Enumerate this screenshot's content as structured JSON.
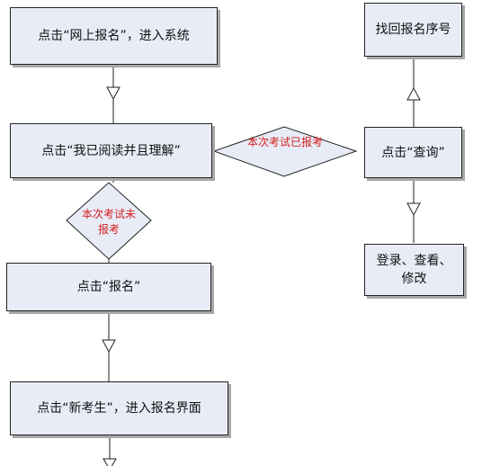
{
  "flowchart": {
    "steps": {
      "click_online_signup": "点击“网上报名”，进入系统",
      "click_read_understood": "点击“我已阅读并且理解”",
      "click_signup": "点击“报名”",
      "click_new_candidate": "点击“新考生”，进入报名界面",
      "retrieve_number": "找回报名序号",
      "click_query": "点击“查询”",
      "login_view_edit": "登录、查看、修改"
    },
    "decisions": {
      "already_registered": "本次考试已报考",
      "not_registered": "本次考试未报考"
    }
  },
  "colors": {
    "box_fill": "#e8ecf6",
    "decision_fill": "#e8ecf6",
    "decision_text": "#d42020",
    "shadow": "#a8a8a8"
  }
}
